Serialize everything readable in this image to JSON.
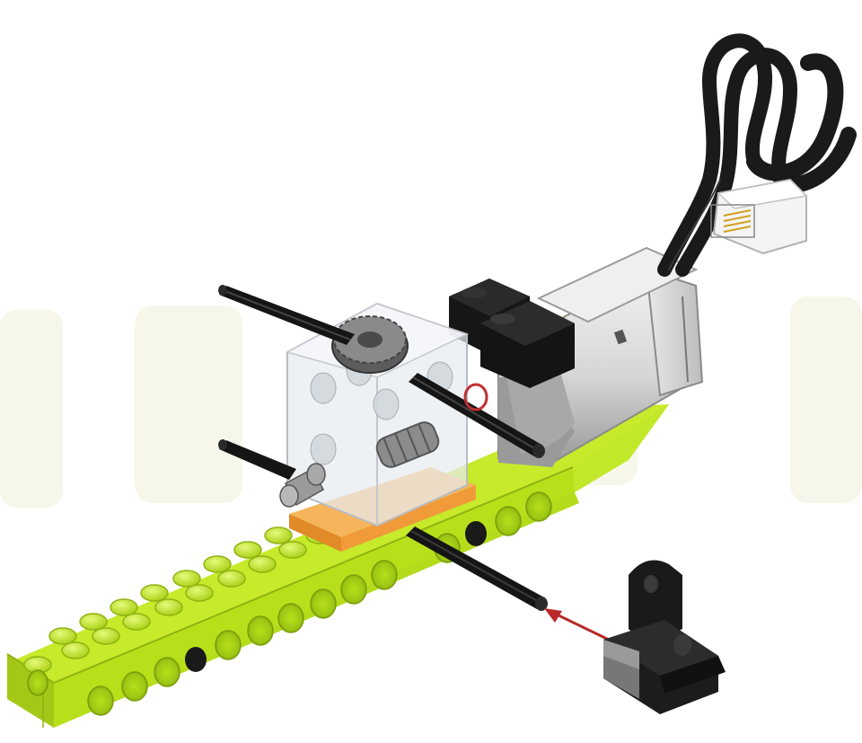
{
  "scene": {
    "subject": "lego-motor-gear-assembly",
    "colors": {
      "background": "#ffffff",
      "watermark": "#f6f7ea",
      "beam_lime": "#b8e01a",
      "beam_lime_dark": "#8fb312",
      "beam_lime_light": "#d2f04a",
      "plate_orange": "#f0a040",
      "motor_grey": "#d8d8d8",
      "motor_dark": "#8a8a8a",
      "brick_black": "#1c1c1c",
      "axle_black": "#151515",
      "gear_grey": "#6e6e6e",
      "cable_black": "#1a1a1a",
      "connector_white": "#f2f2f2",
      "arrow_red": "#b8282a",
      "transparent_block": "rgba(225,230,235,0.55)"
    },
    "parts": [
      "lime-beam",
      "orange-plate",
      "transparent-gear-block",
      "crown-gear",
      "worm-gear",
      "motor",
      "motor-cable",
      "cable-connector",
      "black-brick",
      "axles",
      "black-bracket",
      "insertion-arrow"
    ]
  }
}
